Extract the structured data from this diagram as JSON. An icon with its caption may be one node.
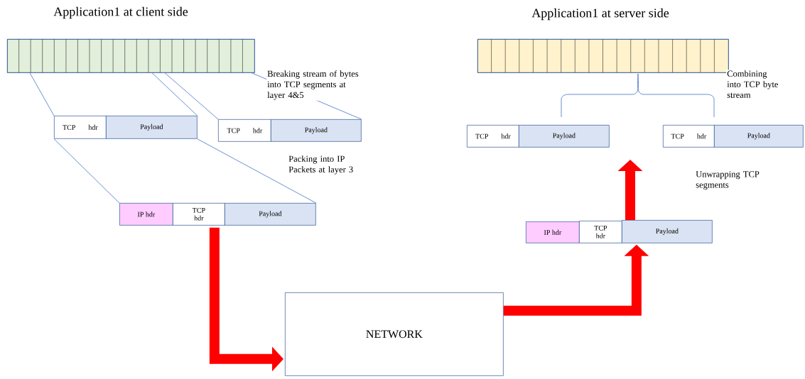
{
  "diagram": {
    "nodes": [
      {
        "text": [
          "Application1 at client side"
        ]
      },
      {
        "text": [
          "TCP",
          "hdr"
        ]
      },
      {
        "text": [
          "Payload"
        ]
      },
      {
        "text": [
          "TCP",
          "hdr"
        ]
      },
      {
        "text": [
          "Payload"
        ]
      },
      {
        "text": [
          "IP hdr"
        ]
      },
      {
        "text": [
          "TCP hdr"
        ]
      },
      {
        "text": [
          "Payload"
        ]
      },
      {
        "text": [
          "NETWORK"
        ]
      },
      {
        "text": [
          "IP hdr"
        ]
      },
      {
        "text": [
          "TCP hdr"
        ]
      },
      {
        "text": [
          "Payload"
        ]
      },
      {
        "text": [
          "TCP",
          "hdr"
        ]
      },
      {
        "text": [
          "Payload"
        ]
      },
      {
        "text": [
          "TCP",
          "hdr"
        ]
      },
      {
        "text": [
          "Payload"
        ]
      },
      {
        "text": [
          "Application1 at server side"
        ]
      }
    ],
    "edges": [
      {
        "from": 0,
        "to": 1,
        "arrow": "none"
      },
      {
        "from": 0,
        "to": 2,
        "arrow": "none"
      },
      {
        "from": 0,
        "to": 3,
        "arrow": "none"
      },
      {
        "from": 0,
        "to": 4,
        "arrow": "none"
      },
      {
        "from": 1,
        "to": 5,
        "arrow": "none"
      },
      {
        "from": 2,
        "to": 7,
        "arrow": "none"
      },
      {
        "from": 6,
        "to": 8,
        "arrow": "to",
        "style": "thick",
        "color": "#ff0000"
      },
      {
        "from": 8,
        "to": 11,
        "arrow": "to",
        "style": "thick",
        "color": "#ff0000"
      },
      {
        "from": 11,
        "to": null,
        "arrow": "to",
        "style": "thick",
        "color": "#ff0000"
      }
    ],
    "labels": [
      "Breaking stream of bytes into TCP segments at layer 4&5",
      "Combining into TCP byte stream",
      "Packing into IP Packets at layer 3",
      "Unwrapping TCP segments"
    ]
  }
}
